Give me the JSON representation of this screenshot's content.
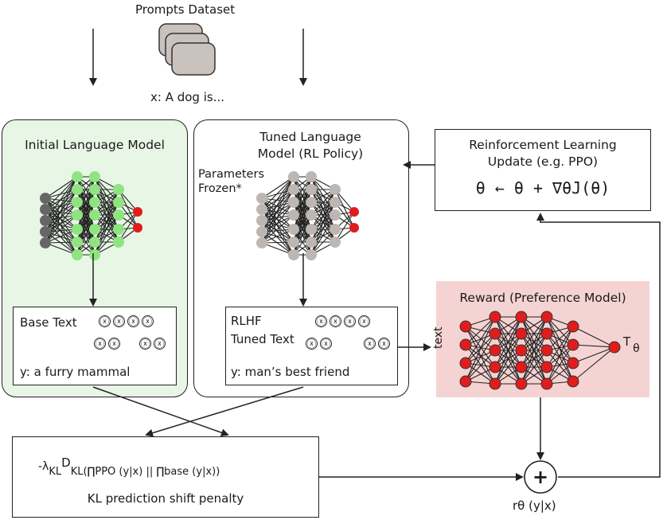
{
  "header": {
    "dataset_label": "Prompts Dataset",
    "prompt_text": "x: A dog is..."
  },
  "initial_model": {
    "title": "Initial Language Model",
    "base_text_label": "Base Text",
    "output_text": "y: a furry mammal",
    "token_glyph": "ⓧ"
  },
  "tuned_model": {
    "title_line1": "Tuned Language",
    "title_line2": "Model (RL Policy)",
    "frozen_line1": "Parameters",
    "frozen_line2": "Frozen*",
    "rlhf_label": "RLHF",
    "tuned_text_label": "Tuned Text",
    "output_text": "y: man’s best friend"
  },
  "rl_update": {
    "title_line1": "Reinforcement Learning",
    "title_line2": "Update (e.g. PPO)",
    "formula": "θ ← θ + ∇θJ(θ)"
  },
  "reward_model": {
    "title": "Reward (Preference Model)",
    "input_label": "text",
    "output_label": "T",
    "output_sub": "θ"
  },
  "kl_penalty": {
    "formula_prefix": "-λ",
    "formula_sub1": "KL",
    "formula_d": "D",
    "formula_sub2": "KL(∏PPO (y|x) || ∏base (y|x))",
    "caption": "KL prediction shift penalty"
  },
  "sum_node": {
    "symbol": "+",
    "label": "rθ (y|x)"
  },
  "colors": {
    "green_panel": "#e8f6e6",
    "green_node": "#8ee57f",
    "gray_node": "#bdb6b2",
    "dark_node": "#666666",
    "red_node": "#e11c1c",
    "reward_bg": "#f5d3d3"
  }
}
